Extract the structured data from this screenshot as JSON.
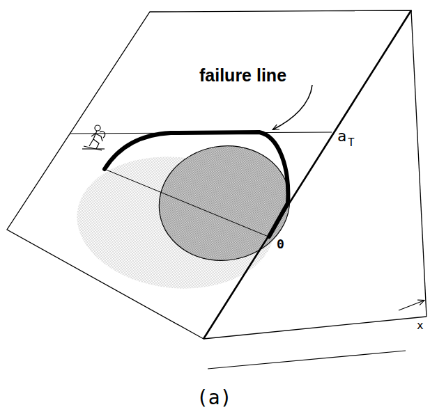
{
  "diagram": {
    "labels": [
      "failure line",
      "a",
      "T",
      "0",
      "x",
      "(a)"
    ]
  }
}
